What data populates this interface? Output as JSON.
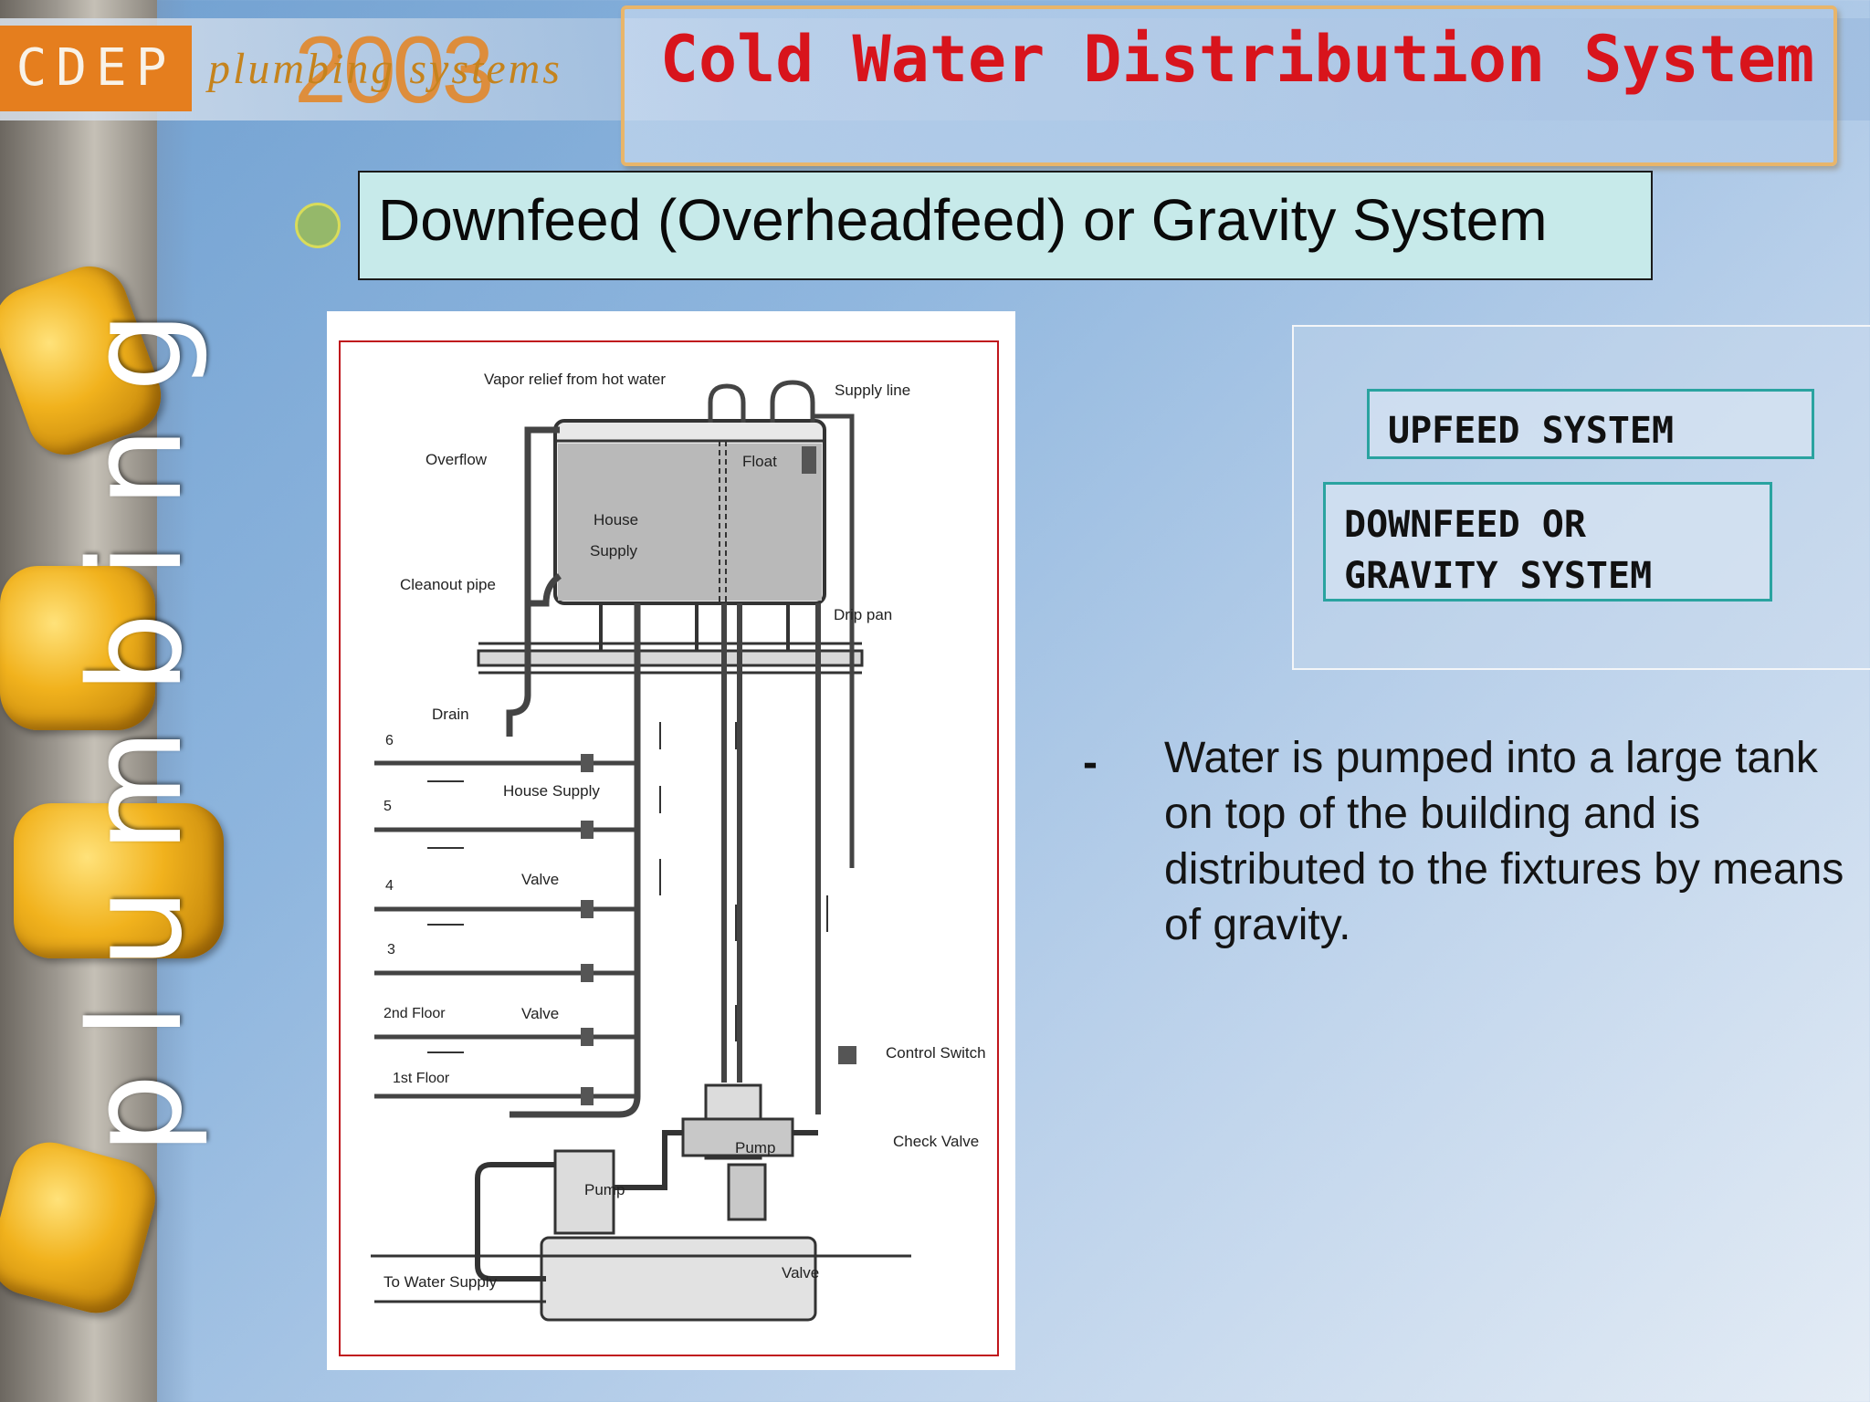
{
  "logo": {
    "brand": "CDEP",
    "tagline": "plumbing systems",
    "year": "2003",
    "side_word": "plumbing"
  },
  "title": "Cold Water Distribution System",
  "subtitle": "Downfeed (Overheadfeed) or Gravity System",
  "diagram": {
    "labels": {
      "vapor_relief": "Vapor relief from hot water",
      "supply_line": "Supply line",
      "overflow": "Overflow",
      "float": "Float",
      "house_supply_tank_1": "House",
      "house_supply_tank_2": "Supply",
      "cleanout_pipe": "Cleanout pipe",
      "drip_pan": "Drip pan",
      "drain": "Drain",
      "house_supply": "House Supply",
      "valve_1": "Valve",
      "valve_2": "Valve",
      "valve_3": "Valve",
      "control_switch": "Control Switch",
      "check_valve": "Check Valve",
      "pump_1": "Pump",
      "pump_2": "Pump",
      "to_water_supply": "To Water Supply"
    },
    "floors": [
      "6",
      "5",
      "4",
      "3",
      "2nd Floor",
      "1st Floor"
    ]
  },
  "system_types": {
    "upfeed": "UPFEED SYSTEM",
    "downfeed_line1": "DOWNFEED OR",
    "downfeed_line2": "GRAVITY SYSTEM"
  },
  "bullet": {
    "marker": "-",
    "text": "Water is pumped into a large tank on top of the building and is distributed to the fixtures by means of gravity."
  },
  "colors": {
    "title": "#d8141c",
    "accent_orange": "#e57e1e",
    "teal_border": "#2aa3a0",
    "subtitle_bg": "#c7eaea",
    "diagram_border": "#c0161c"
  }
}
